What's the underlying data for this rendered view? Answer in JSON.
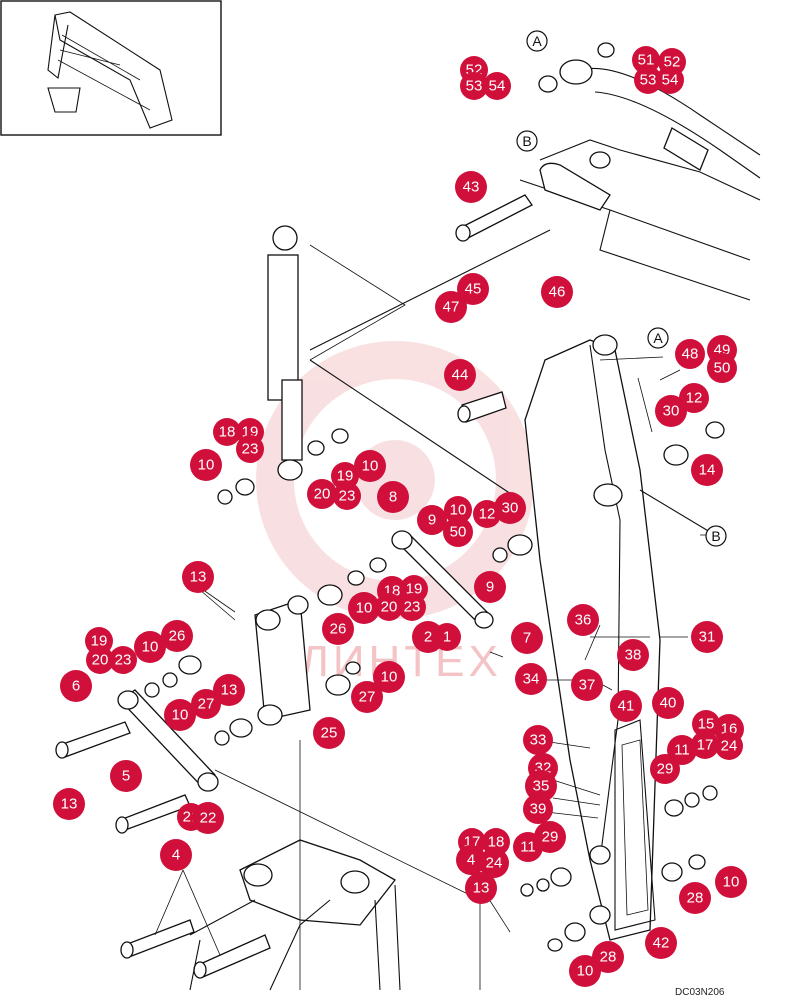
{
  "drawing_code": "DC03N206",
  "watermark": "ЛИНТЕХ",
  "colors": {
    "badge": "#d0103a",
    "badge_text": "#ffffff",
    "line": "#111111",
    "watermark": "#f3c3c6"
  },
  "callouts": [
    "A",
    "B",
    "A",
    "B"
  ],
  "parts": [
    "52",
    "53",
    "54",
    "51",
    "52",
    "53",
    "54",
    "43",
    "45",
    "47",
    "46",
    "48",
    "49",
    "50",
    "44",
    "30",
    "12",
    "14",
    "10",
    "18",
    "19",
    "23",
    "19",
    "10",
    "20",
    "23",
    "8",
    "9",
    "10",
    "50",
    "12",
    "30",
    "9",
    "13",
    "18",
    "19",
    "10",
    "20",
    "23",
    "26",
    "2",
    "1",
    "7",
    "36",
    "31",
    "38",
    "19",
    "10",
    "20",
    "23",
    "26",
    "6",
    "13",
    "27",
    "10",
    "25",
    "27",
    "10",
    "34",
    "37",
    "40",
    "41",
    "33",
    "32",
    "35",
    "39",
    "5",
    "21",
    "22",
    "13",
    "4",
    "17",
    "18",
    "24",
    "11",
    "29",
    "13",
    "10",
    "28",
    "42",
    "15",
    "16",
    "17",
    "24",
    "11",
    "29",
    "10",
    "28"
  ]
}
